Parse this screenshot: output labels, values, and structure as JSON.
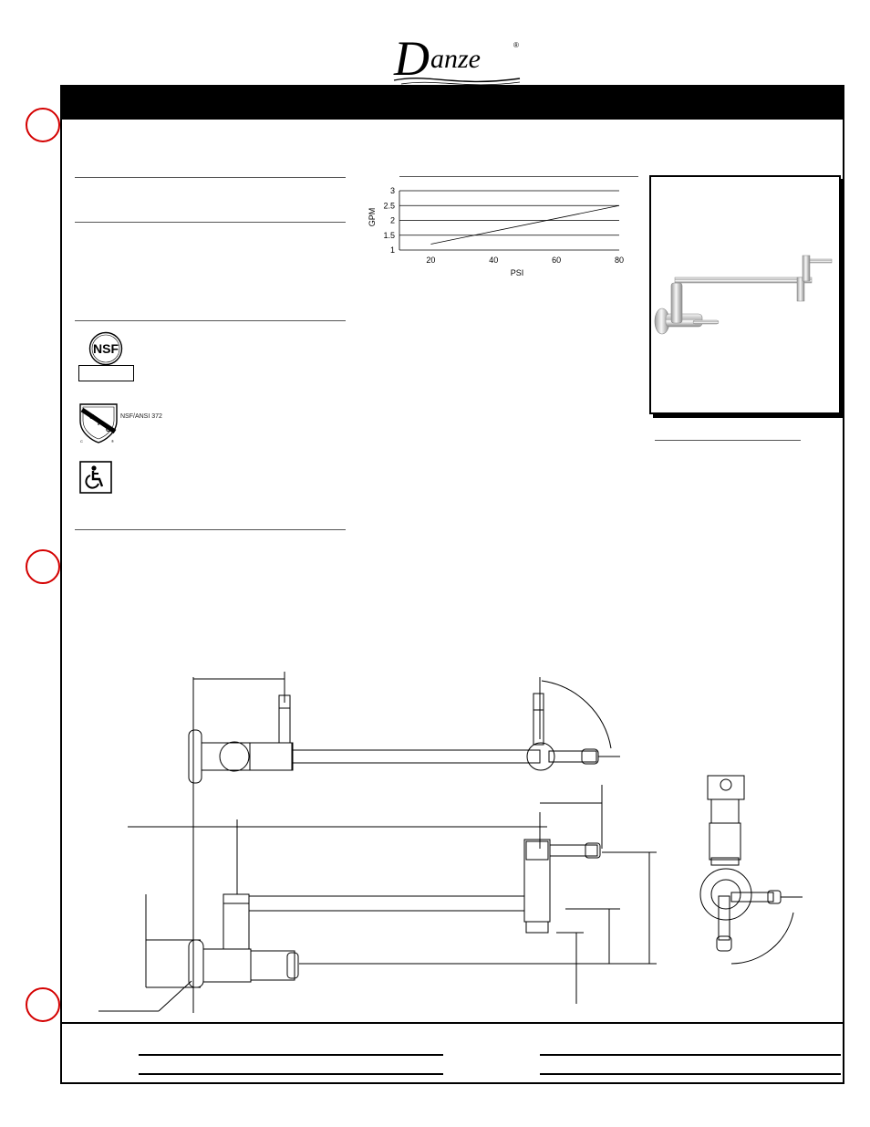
{
  "brand": {
    "name": "Danze",
    "registered_mark": "®"
  },
  "chart_data": {
    "type": "line",
    "x": [
      20,
      80
    ],
    "series": [
      {
        "values": [
          1.2,
          2.5
        ]
      }
    ],
    "xlabel": "PSI",
    "ylabel": "GPM",
    "xticks": [
      "20",
      "40",
      "60",
      "80"
    ],
    "yticks": [
      "3",
      "2.5",
      "2",
      "1.5",
      "1"
    ],
    "xlim": [
      10,
      80
    ],
    "ylim": [
      1,
      3
    ],
    "grid": "horizontal"
  },
  "certifications": {
    "nsf_logo_text": "NSF",
    "upc_letters": [
      "U",
      "P",
      "C"
    ],
    "upc_sub_left": "C",
    "upc_sub_right": "®",
    "upc_standard": "NSF/ANSI 372"
  },
  "colors": {
    "binder_hole": "#d40000",
    "header_bar": "#000000"
  }
}
